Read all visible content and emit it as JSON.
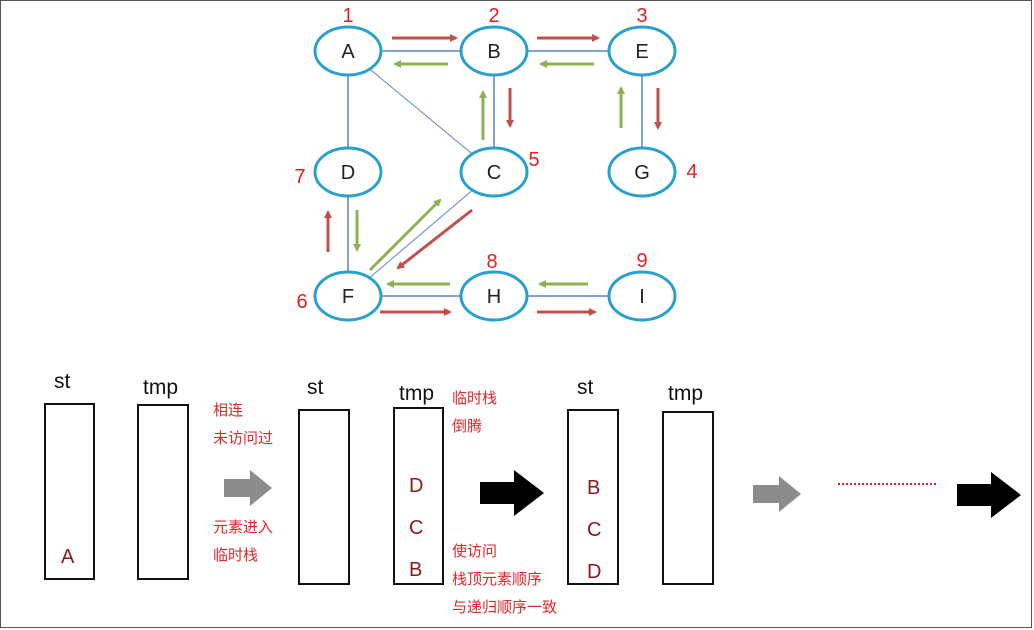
{
  "graph": {
    "nodes": [
      {
        "id": "A",
        "label": "A",
        "order": "1"
      },
      {
        "id": "B",
        "label": "B",
        "order": "2"
      },
      {
        "id": "E",
        "label": "E",
        "order": "3"
      },
      {
        "id": "G",
        "label": "G",
        "order": "4"
      },
      {
        "id": "C",
        "label": "C",
        "order": "5"
      },
      {
        "id": "F",
        "label": "F",
        "order": "6"
      },
      {
        "id": "D",
        "label": "D",
        "order": "7"
      },
      {
        "id": "H",
        "label": "H",
        "order": "8"
      },
      {
        "id": "I",
        "label": "I",
        "order": "9"
      }
    ],
    "edges": [
      [
        "A",
        "B"
      ],
      [
        "B",
        "E"
      ],
      [
        "A",
        "D"
      ],
      [
        "A",
        "C"
      ],
      [
        "B",
        "C"
      ],
      [
        "E",
        "G"
      ],
      [
        "D",
        "F"
      ],
      [
        "C",
        "F"
      ],
      [
        "F",
        "H"
      ],
      [
        "H",
        "I"
      ]
    ],
    "colors": {
      "node_stroke": "#2aa0cc",
      "edge": "#5b86c8",
      "forward": "#c0504d",
      "back": "#8db254",
      "order": "#e02020"
    }
  },
  "panel1": {
    "st_label": "st",
    "tmp_label": "tmp",
    "st_items": [
      "A"
    ]
  },
  "note1": {
    "line1": "相连",
    "line2": "未访问过",
    "line3": "元素进入",
    "line4": "临时栈"
  },
  "panel2": {
    "st_label": "st",
    "tmp_label": "tmp",
    "tmp_items": [
      "D",
      "C",
      "B"
    ]
  },
  "note2": {
    "line1": "临时栈",
    "line2": "倒腾"
  },
  "note3": {
    "line1": "使访问",
    "line2": "栈顶元素顺序",
    "line3": "与递归顺序一致"
  },
  "panel3": {
    "st_label": "st",
    "tmp_label": "tmp",
    "st_items": [
      "B",
      "C",
      "D"
    ]
  },
  "icons": {
    "grey_arrow": "right-arrow-grey",
    "black_arrow": "right-arrow-black",
    "dots": "ellipsis-dotted"
  }
}
